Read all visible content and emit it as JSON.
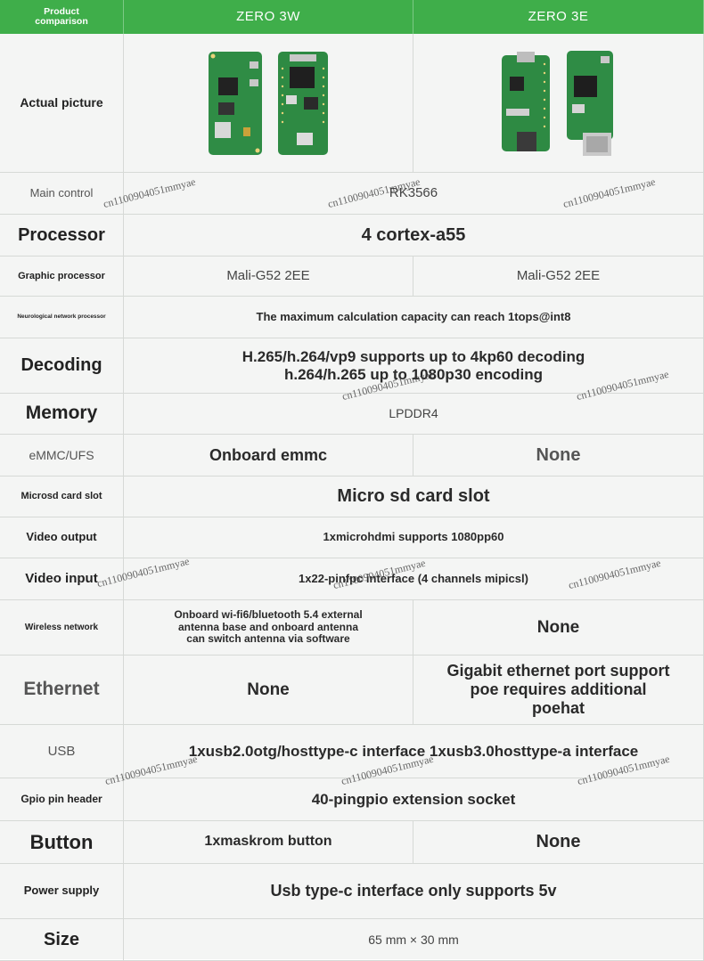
{
  "header": {
    "corner_line1": "Product",
    "corner_line2": "comparison",
    "model_a": "ZERO 3W",
    "model_b": "ZERO 3E"
  },
  "rows": {
    "picture": {
      "label": "Actual picture"
    },
    "main_control": {
      "label": "Main control",
      "value": "RK3566"
    },
    "processor": {
      "label": "Processor",
      "value": "4 cortex-a55"
    },
    "gpu": {
      "label": "Graphic processor",
      "a": "Mali-G52 2EE",
      "b": "Mali-G52 2EE"
    },
    "npu": {
      "label": "Neurological network processor",
      "value": "The maximum calculation capacity can reach 1tops@int8"
    },
    "decoding": {
      "label": "Decoding",
      "line1": "H.265/h.264/vp9 supports up to 4kp60 decoding",
      "line2": "h.264/h.265 up to 1080p30 encoding"
    },
    "memory": {
      "label": "Memory",
      "value": "LPDDR4"
    },
    "emmc": {
      "label": "eMMC/UFS",
      "a": "Onboard emmc",
      "b": "None"
    },
    "microsd": {
      "label": "Microsd card slot",
      "value": "Micro sd card slot"
    },
    "video_out": {
      "label": "Video output",
      "value": "1xmicrohdmi supports 1080pp60"
    },
    "video_in": {
      "label": "Video input",
      "value": "1x22-pinfpc interface (4 channels mipicsl)"
    },
    "wireless": {
      "label": "Wireless network",
      "a_line1": "Onboard wi-fi6/bluetooth 5.4 external",
      "a_line2": "antenna base and onboard antenna",
      "a_line3": "can switch antenna via software",
      "b": "None"
    },
    "ethernet": {
      "label": "Ethernet",
      "a": "None",
      "b_line1": "Gigabit ethernet port support",
      "b_line2": "poe requires additional",
      "b_line3": "poehat"
    },
    "usb": {
      "label": "USB",
      "value": "1xusb2.0otg/hosttype-c interface 1xusb3.0hosttype-a interface"
    },
    "gpio": {
      "label": "Gpio pin header",
      "value": "40-pingpio extension socket"
    },
    "button": {
      "label": "Button",
      "a": "1xmaskrom button",
      "b": "None"
    },
    "power": {
      "label": "Power supply",
      "value": "Usb type-c interface only supports 5v"
    },
    "size": {
      "label": "Size",
      "value": "65 mm × 30 mm"
    }
  },
  "watermark": "cn1100904051mmyae",
  "colors": {
    "header_green": "#3fae4a",
    "board_green": "#2e8a43",
    "table_bg": "#f4f5f4"
  }
}
